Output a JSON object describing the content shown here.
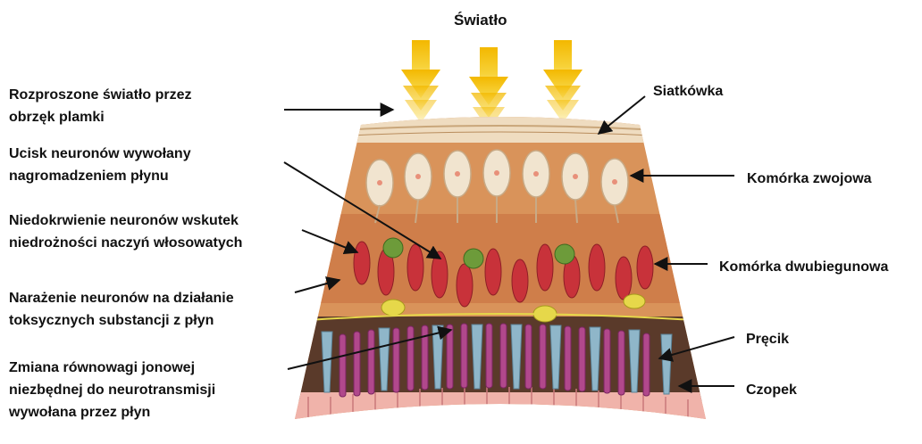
{
  "title": "Światło",
  "left_labels": [
    {
      "lines": [
        "Rozproszone światło przez",
        "obrzęk plamki"
      ]
    },
    {
      "lines": [
        "Ucisk neuronów wywołany",
        "nagromadzeniem płynu"
      ]
    },
    {
      "lines": [
        "Niedokrwienie neuronów wskutek",
        "niedrożności naczyń włosowatych"
      ]
    },
    {
      "lines": [
        "Narażenie neuronów na działanie",
        "toksycznych substancji z płyn"
      ]
    },
    {
      "lines": [
        "Zmiana równowagi jonowej",
        "niezbędnej do neurotransmisji",
        "wywołana przez płyn"
      ]
    }
  ],
  "right_labels": {
    "retina": "Siatkówka",
    "ganglion": "Komórka zwojowa",
    "bipolar": "Komórka dwubiegunowa",
    "rod": "Pręcik",
    "cone": "Czopek"
  },
  "colors": {
    "light_arrow": "#f5c400",
    "tissue": "#d9935a",
    "ganglion_cell": "#f1e4cf",
    "bipolar_cell": "#c8323a",
    "green_cell": "#6d9b3a",
    "yellow_cell": "#e6d84a",
    "rod_cell": "#b1488c",
    "cone_cell": "#8fb6c9",
    "epithelium": "#f0b3aa"
  }
}
